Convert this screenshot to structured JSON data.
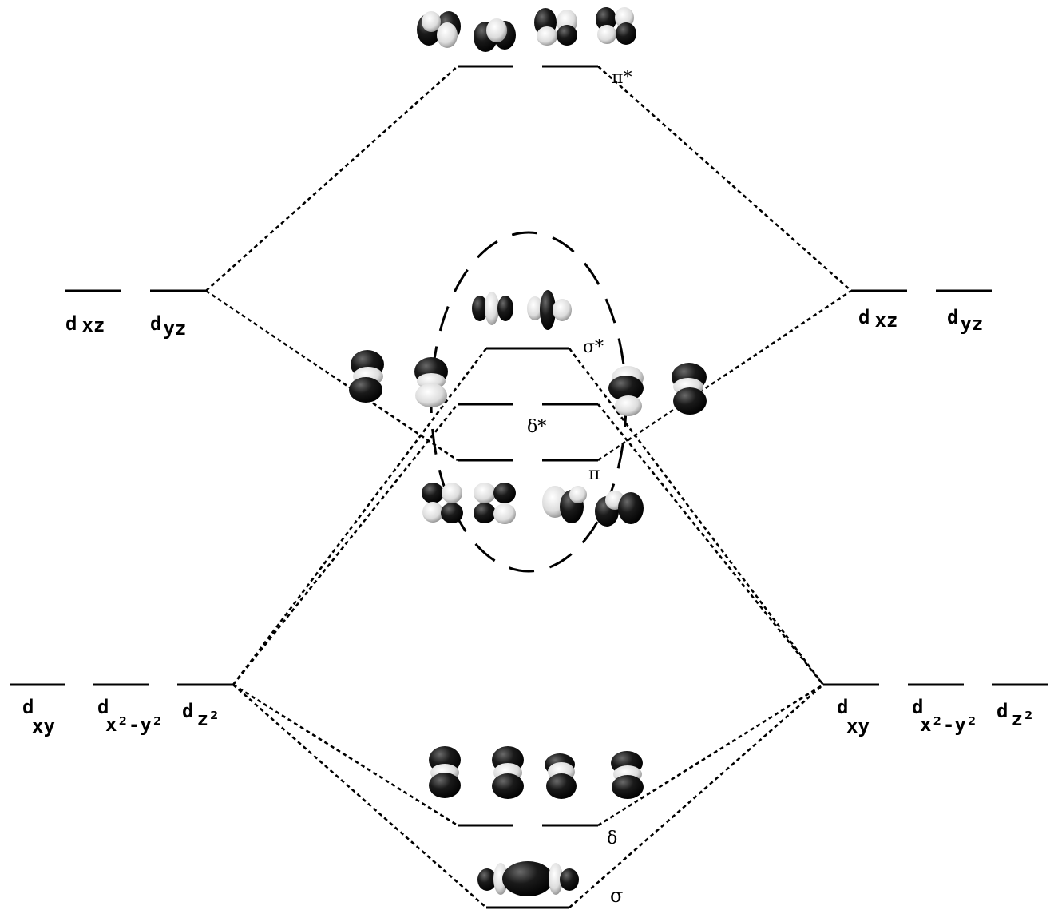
{
  "colors": {
    "ink": "#000000",
    "background": "#ffffff",
    "lobe_dark": "#111111",
    "lobe_light": "#f2f2f2"
  },
  "mo_labels": {
    "pi_star": "π*",
    "sigma_star": "σ*",
    "delta_star": "δ*",
    "pi": "π",
    "delta": "δ",
    "sigma": "σ"
  },
  "left_atom": {
    "dxz": {
      "d": "d",
      "sub": "xz"
    },
    "dyz": {
      "d": "d",
      "sub": "yz"
    },
    "dxy": {
      "d": "d",
      "sub": "xy"
    },
    "dx2y2": {
      "d": "d",
      "sub": "x²-y²"
    },
    "dz2": {
      "d": "d",
      "sub": "z²"
    }
  },
  "right_atom": {
    "dxz": {
      "d": "d",
      "sub": "xz"
    },
    "dyz": {
      "d": "d",
      "sub": "yz"
    },
    "dxy": {
      "d": "d",
      "sub": "xy"
    },
    "dx2y2": {
      "d": "d",
      "sub": "x²-y²"
    },
    "dz2": {
      "d": "d",
      "sub": "z²"
    }
  },
  "orbital_icons": [
    "pi-star-orbital-icon",
    "sigma-star-orbital-icon",
    "dxz-orbital-icon",
    "pi-orbital-icon",
    "delta-orbital-icon",
    "sigma-orbital-icon"
  ]
}
